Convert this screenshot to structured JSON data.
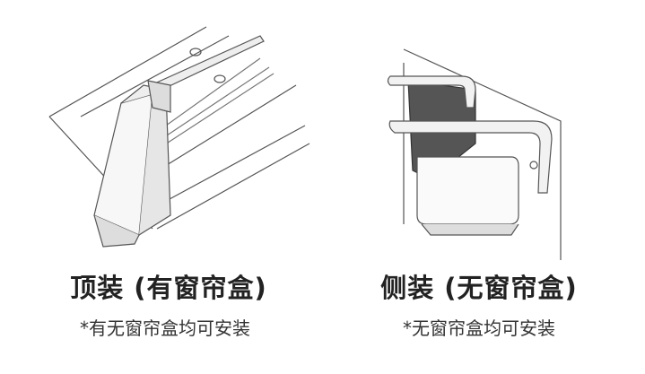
{
  "top_mount": {
    "title": "顶装 (有窗帘盒)",
    "note": "*有无窗帘盒均可安装"
  },
  "side_mount": {
    "title": "侧装 (无窗帘盒)",
    "note": "*无窗帘盒均可安装"
  }
}
